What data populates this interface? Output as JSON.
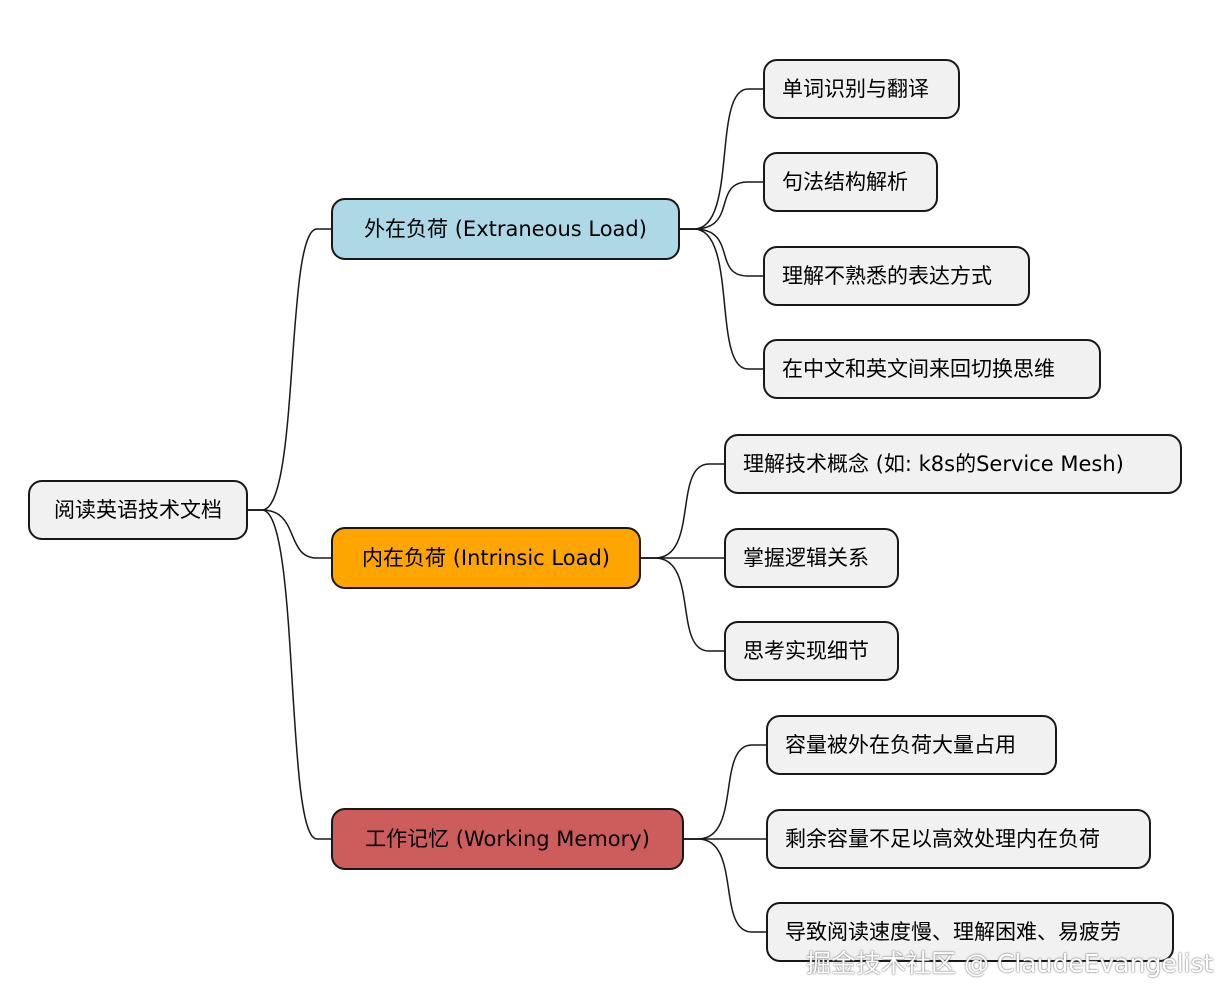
{
  "root": {
    "label": "阅读英语技术文档"
  },
  "branches": [
    {
      "label": "外在负荷 (Extraneous Load)",
      "color": "#add8e6",
      "children": [
        "单词识别与翻译",
        "句法结构解析",
        "理解不熟悉的表达方式",
        "在中文和英文间来回切换思维"
      ]
    },
    {
      "label": "内在负荷 (Intrinsic Load)",
      "color": "#ffa500",
      "children": [
        "理解技术概念 (如: k8s的Service Mesh)",
        "掌握逻辑关系",
        "思考实现细节"
      ]
    },
    {
      "label": "工作记忆 (Working Memory)",
      "color": "#cd5c5c",
      "children": [
        "容量被外在负荷大量占用",
        "剩余容量不足以高效处理内在负荷",
        "导致阅读速度慢、理解困难、易疲劳"
      ]
    }
  ],
  "watermark": "掘金技术社区 @ ClaudeEvangelist"
}
